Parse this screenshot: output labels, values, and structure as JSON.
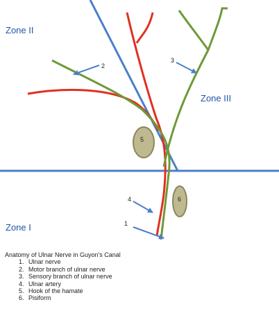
{
  "zones": {
    "zone1": "Zone I",
    "zone2": "Zone II",
    "zone3": "Zone III"
  },
  "labels": {
    "l1": "1",
    "l2": "2",
    "l3": "3",
    "l4": "4",
    "l5": "5",
    "l6": "6"
  },
  "legend": {
    "title": "Anatomy of Ulnar Nerve in Guyon's Canal",
    "items": [
      "Ulnar nerve",
      "Motor branch of ulnar nerve",
      "Sensory branch of ulnar nerve",
      "Ulnar artery",
      "Hook of the hamate",
      "Pisiform"
    ]
  },
  "colors": {
    "nerve": "#6e9a36",
    "artery": "#e03020",
    "boundary": "#4a7fc8",
    "bone_fill": "#bfb98f",
    "bone_stroke": "#8c8660",
    "zone_text": "#2255a4"
  }
}
